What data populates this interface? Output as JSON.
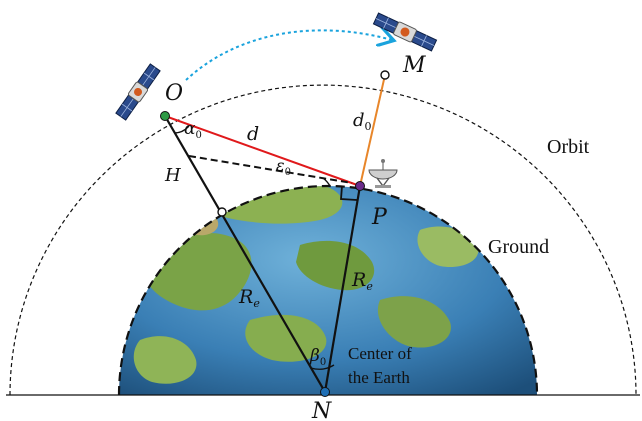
{
  "labels": {
    "O": "O",
    "M": "M",
    "P": "P",
    "N": "N",
    "H": "H",
    "d": "d",
    "d_main": "d",
    "d_sub": "0",
    "alpha_main": "α",
    "alpha_sub": "0",
    "epsilon_main": "ε",
    "epsilon_sub": "0",
    "beta_main": "β",
    "beta_sub": "0",
    "re_main": "R",
    "re_sub": "e",
    "orbit": "Orbit",
    "ground": "Ground",
    "center_line1": "Center of",
    "center_line2": "the Earth"
  },
  "colors": {
    "line_od": "#e0191b",
    "line_pm": "#e8862a",
    "arc_orbit": "#111111",
    "motion_arrow": "#1aa3dd",
    "point_o": "#2e9a45",
    "point_p": "#6a2a8a",
    "point_n": "#1f6fb5",
    "ocean": "#2f6ea3",
    "land": "#7aa347"
  },
  "icons": {
    "satellite": "satellite-icon",
    "dish": "ground-station-dish-icon"
  }
}
